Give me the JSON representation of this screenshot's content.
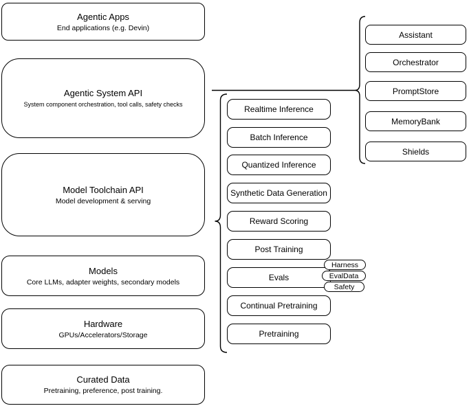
{
  "stack": [
    {
      "title": "Agentic Apps",
      "subtitle": "End applications (e.g. Devin)"
    },
    {
      "title": "Agentic System API",
      "subtitle": "System component orchestration, tool calls, safety checks"
    },
    {
      "title": "Model Toolchain API",
      "subtitle": "Model development & serving"
    },
    {
      "title": "Models",
      "subtitle": "Core LLMs, adapter weights, secondary models"
    },
    {
      "title": "Hardware",
      "subtitle": "GPUs/Accelerators/Storage"
    },
    {
      "title": "Curated Data",
      "subtitle": "Pretraining, preference, post training."
    }
  ],
  "toolchain": {
    "items": [
      "Realtime Inference",
      "Batch Inference",
      "Quantized Inference",
      "Synthetic Data Generation",
      "Reward Scoring",
      "Post Training",
      "Evals",
      "Continual Pretraining",
      "Pretraining"
    ],
    "eval_tags": [
      "Harness",
      "EvalData",
      "Safety"
    ]
  },
  "components": {
    "items": [
      "Assistant",
      "Orchestrator",
      "PromptStore",
      "MemoryBank",
      "Shields"
    ]
  },
  "colors": {
    "stroke": "#000000",
    "fill": "#ffffff",
    "text": "#000000"
  }
}
